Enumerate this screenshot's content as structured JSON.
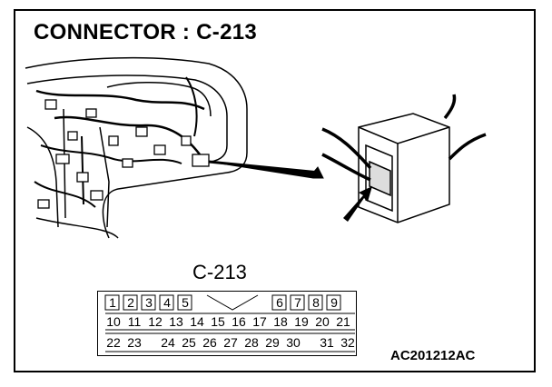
{
  "title": "CONNECTOR : C-213",
  "connector": {
    "label": "C-213",
    "rows": [
      [
        "1",
        "2",
        "3",
        "4",
        "5",
        "6",
        "7",
        "8",
        "9"
      ],
      [
        "10",
        "11",
        "12",
        "13",
        "14",
        "15",
        "16",
        "17",
        "18",
        "19",
        "20",
        "21"
      ],
      [
        "22",
        "23",
        "24",
        "25",
        "26",
        "27",
        "28",
        "29",
        "30",
        "31",
        "32"
      ]
    ]
  },
  "figure_code": "AC201212AC"
}
